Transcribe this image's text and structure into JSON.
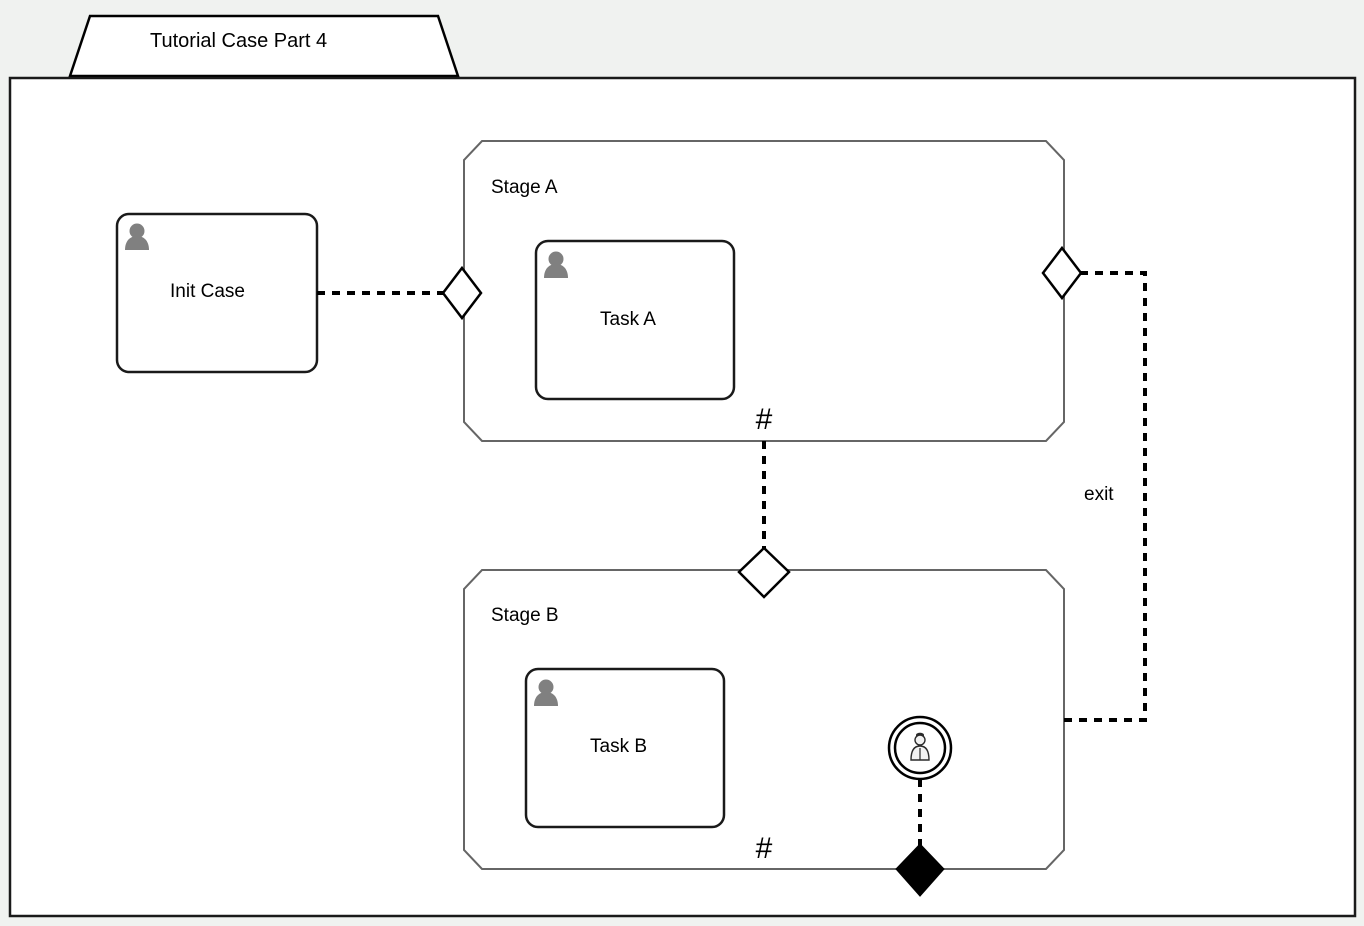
{
  "diagram": {
    "type": "cmmn-case-plan-model",
    "background_color": "#f0f2f0",
    "surface_color": "#ffffff",
    "line_color": "#000000",
    "stage_border_color": "#666666",
    "icon_color": "#808080"
  },
  "case": {
    "title": "Tutorial Case Part 4",
    "name": "case-plan-model"
  },
  "tasks": [
    {
      "id": "init-case",
      "label": "Init Case",
      "icon": "human-task-person-icon",
      "container": "case-plan-model"
    },
    {
      "id": "task-a",
      "label": "Task A",
      "icon": "human-task-person-icon",
      "container": "stage-a"
    },
    {
      "id": "task-b",
      "label": "Task B",
      "icon": "human-task-person-icon",
      "container": "stage-b"
    }
  ],
  "stages": [
    {
      "id": "stage-a",
      "label": "Stage A",
      "marker": "#",
      "marker_name": "collapse-expand-marker"
    },
    {
      "id": "stage-b",
      "label": "Stage B",
      "marker": "#",
      "marker_name": "collapse-expand-marker"
    }
  ],
  "sentries": [
    {
      "id": "stage-a-entry",
      "kind": "entry-criterion",
      "fill": "white",
      "attached_to": "stage-a",
      "edge": "left"
    },
    {
      "id": "stage-a-exit",
      "kind": "exit-criterion",
      "fill": "white",
      "attached_to": "stage-a",
      "edge": "right"
    },
    {
      "id": "stage-b-entry",
      "kind": "entry-criterion",
      "fill": "white",
      "attached_to": "stage-b",
      "edge": "top"
    },
    {
      "id": "stage-b-exit",
      "kind": "exit-criterion",
      "fill": "black",
      "attached_to": "stage-b",
      "edge": "bottom"
    }
  ],
  "event_listeners": [
    {
      "id": "user-event-listener-1",
      "icon": "user-event-listener-icon",
      "container": "stage-b"
    }
  ],
  "connectors": [
    {
      "id": "init-case-to-stage-a",
      "from": "init-case",
      "to": "stage-a-entry",
      "style": "dashed",
      "label": ""
    },
    {
      "id": "stage-a-to-stage-b",
      "from": "stage-a",
      "to": "stage-b-entry",
      "style": "dashed",
      "label": ""
    },
    {
      "id": "stage-a-exit-to-stage-b",
      "from": "stage-a-exit",
      "to": "stage-b",
      "style": "dashed",
      "label": "exit"
    },
    {
      "id": "user-event-to-stage-b-exit",
      "from": "user-event-listener-1",
      "to": "stage-b-exit",
      "style": "dashed",
      "label": ""
    }
  ],
  "markers": {
    "stage_a_hash": "#",
    "stage_b_hash": "#"
  },
  "labels": {
    "exit": "exit"
  }
}
